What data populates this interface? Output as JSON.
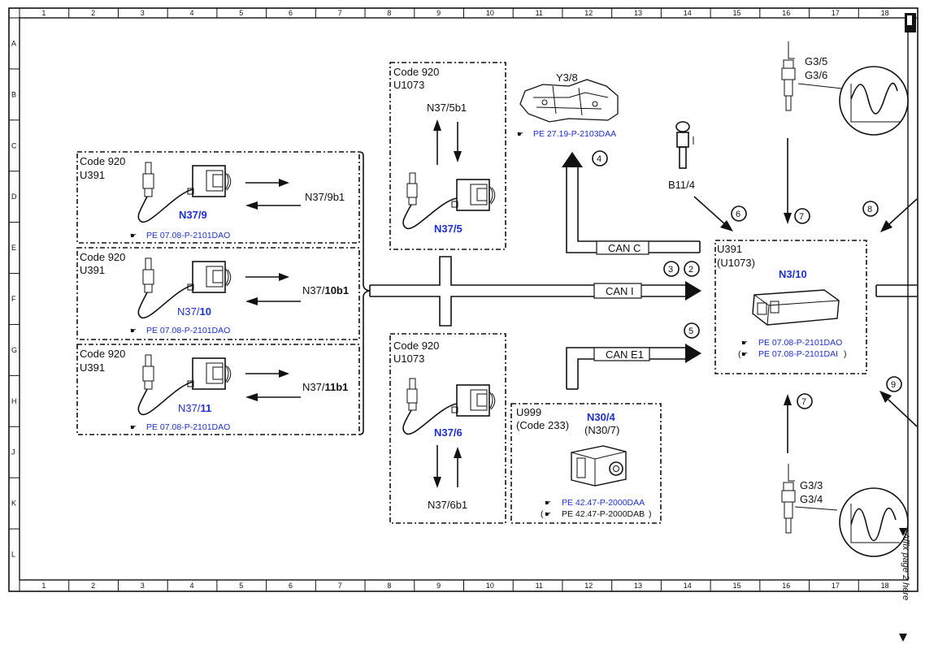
{
  "grid": {
    "columns": [
      "1",
      "2",
      "3",
      "4",
      "5",
      "6",
      "7",
      "8",
      "9",
      "10",
      "11",
      "12",
      "13",
      "14",
      "15",
      "16",
      "17",
      "18"
    ],
    "rows": [
      "A",
      "B",
      "C",
      "D",
      "E",
      "F",
      "G",
      "H",
      "J",
      "K",
      "L"
    ]
  },
  "box_n37_9": {
    "code": "Code 920",
    "variant": "U391",
    "component": "N37/9",
    "signal": "N37/9b1",
    "ref": "PE 07.08-P-2101DAO"
  },
  "box_n37_10": {
    "code": "Code 920",
    "variant": "U391",
    "component_prefix": "N37/",
    "component_suffix": "10",
    "signal_prefix": "N37/",
    "signal_suffix": "10b1",
    "ref": "PE 07.08-P-2101DAO"
  },
  "box_n37_11": {
    "code": "Code 920",
    "variant": "U391",
    "component_prefix": "N37/",
    "component_suffix": "11",
    "signal_prefix": "N37/",
    "signal_suffix": "11b1",
    "ref": "PE 07.08-P-2101DAO"
  },
  "box_n37_5": {
    "code": "Code 920",
    "variant": "U1073",
    "component": "N37/5",
    "signal": "N37/5b1"
  },
  "box_n37_6": {
    "code": "Code 920",
    "variant": "U1073",
    "component": "N37/6",
    "signal": "N37/6b1"
  },
  "y3_8": {
    "label": "Y3/8",
    "ref": "PE 27.19-P-2103DAA"
  },
  "b11_4": {
    "label": "B11/4"
  },
  "g3_upper": {
    "line1": "G3/5",
    "line2": "G3/6"
  },
  "g3_lower": {
    "line1": "G3/3",
    "line2": "G3/4"
  },
  "ecu": {
    "variant": "U391",
    "variant2": "(U1073)",
    "component": "N3/10",
    "ref1": "PE 07.08-P-2101DAO",
    "ref2_open": "(",
    "ref2": "PE 07.08-P-2101DAI",
    "ref2_close": ")"
  },
  "camera": {
    "variant": "U999",
    "code": "(Code 233)",
    "component": "N30/4",
    "component_alt": "(N30/7)",
    "ref1": "PE 42.47-P-2000DAA",
    "ref2_open": "(",
    "ref2": "PE 42.47-P-2000DAB",
    "ref2_close": ")"
  },
  "bus": {
    "can_c": "CAN C",
    "can_i": "CAN I",
    "can_e1": "CAN E1"
  },
  "callouts": {
    "c2": "2",
    "c3": "3",
    "c4": "4",
    "c5": "5",
    "c6": "6",
    "c7a": "7",
    "c7b": "7",
    "c8": "8",
    "c9": "9"
  },
  "side_note": "Affix page 2 here",
  "colors": {
    "ink": "#111111",
    "link_blue": "#1c2fd6"
  }
}
